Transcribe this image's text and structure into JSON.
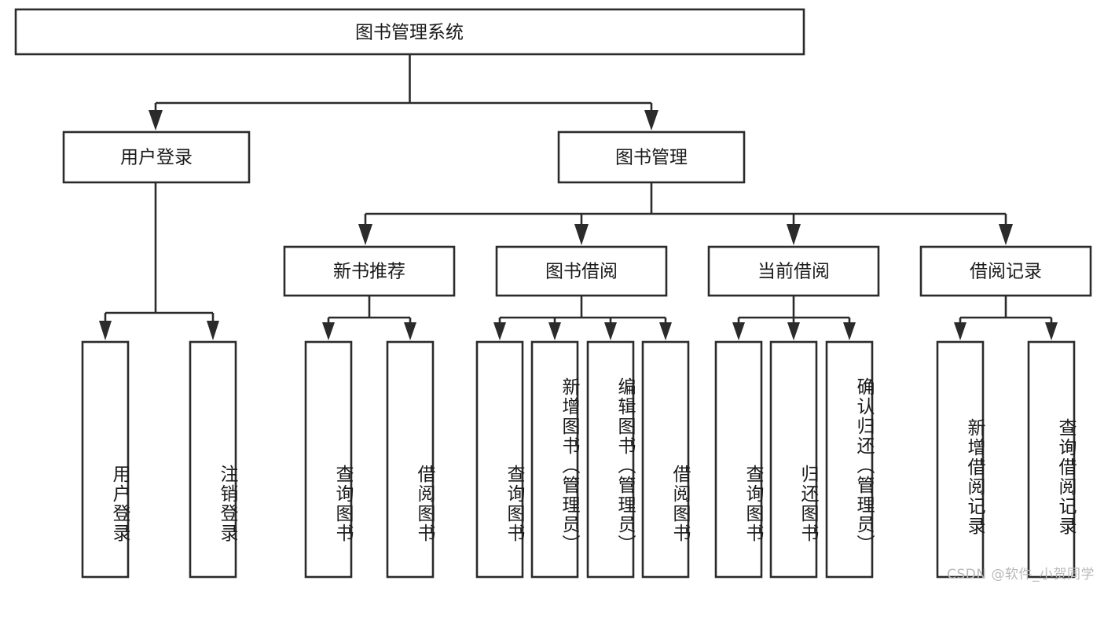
{
  "diagram": {
    "title": "图书管理系统",
    "type": "tree",
    "watermark": "CSDN @软件_小贺同学",
    "colors": {
      "stroke": "#2b2b2b",
      "fill": "#ffffff",
      "text": "#1a1a1a",
      "watermark": "#b9b9b9",
      "background": "#ffffff"
    },
    "levels": {
      "root": {
        "label": "图书管理系统"
      },
      "modules": [
        {
          "label": "用户登录"
        },
        {
          "label": "图书管理"
        }
      ],
      "submodules": [
        {
          "label": "新书推荐"
        },
        {
          "label": "图书借阅"
        },
        {
          "label": "当前借阅"
        },
        {
          "label": "借阅记录"
        }
      ],
      "leaves": [
        {
          "label": "用户登录",
          "parent": "用户登录"
        },
        {
          "label": "注销登录",
          "parent": "用户登录"
        },
        {
          "label": "查询图书",
          "parent": "新书推荐"
        },
        {
          "label": "借阅图书",
          "parent": "新书推荐"
        },
        {
          "label": "查询图书",
          "parent": "图书借阅"
        },
        {
          "label": "新增图书（管理员）",
          "parent": "图书借阅"
        },
        {
          "label": "编辑图书（管理员）",
          "parent": "图书借阅"
        },
        {
          "label": "借阅图书",
          "parent": "图书借阅"
        },
        {
          "label": "查询图书",
          "parent": "当前借阅"
        },
        {
          "label": "归还图书",
          "parent": "当前借阅"
        },
        {
          "label": "确认归还（管理员）",
          "parent": "当前借阅"
        },
        {
          "label": "新增借阅记录",
          "parent": "借阅记录"
        },
        {
          "label": "查询借阅记录",
          "parent": "借阅记录"
        }
      ]
    }
  }
}
